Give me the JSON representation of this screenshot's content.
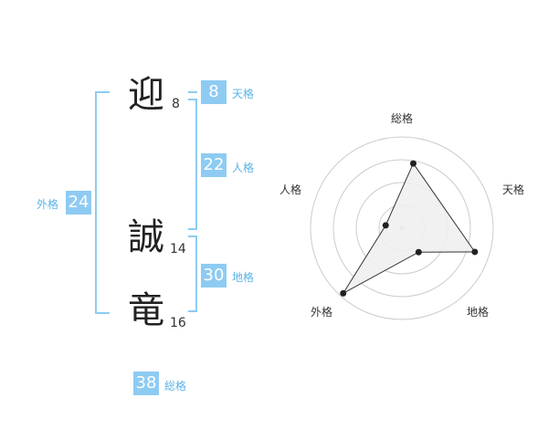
{
  "name": {
    "chars": [
      {
        "char": "迎",
        "strokes": "8"
      },
      {
        "char": "誠",
        "strokes": "14"
      },
      {
        "char": "竜",
        "strokes": "16"
      }
    ]
  },
  "fortunes": {
    "tenkaku": {
      "value": "8",
      "label": "天格"
    },
    "jinkaku": {
      "value": "22",
      "label": "人格"
    },
    "chikaku": {
      "value": "30",
      "label": "地格"
    },
    "gaikaku": {
      "value": "24",
      "label": "外格"
    },
    "soukaku": {
      "value": "38",
      "label": "総格"
    }
  },
  "chart_data": {
    "type": "radar",
    "axes": [
      "総格",
      "天格",
      "地格",
      "外格",
      "人格"
    ],
    "values": [
      3.6,
      4.2,
      1.6,
      4.8,
      0.9
    ],
    "max": 5,
    "rings": 4,
    "colors": {
      "fill": "#efefef",
      "line": "#333333",
      "ring": "#cccccc",
      "center": "#bbbbbb"
    }
  }
}
